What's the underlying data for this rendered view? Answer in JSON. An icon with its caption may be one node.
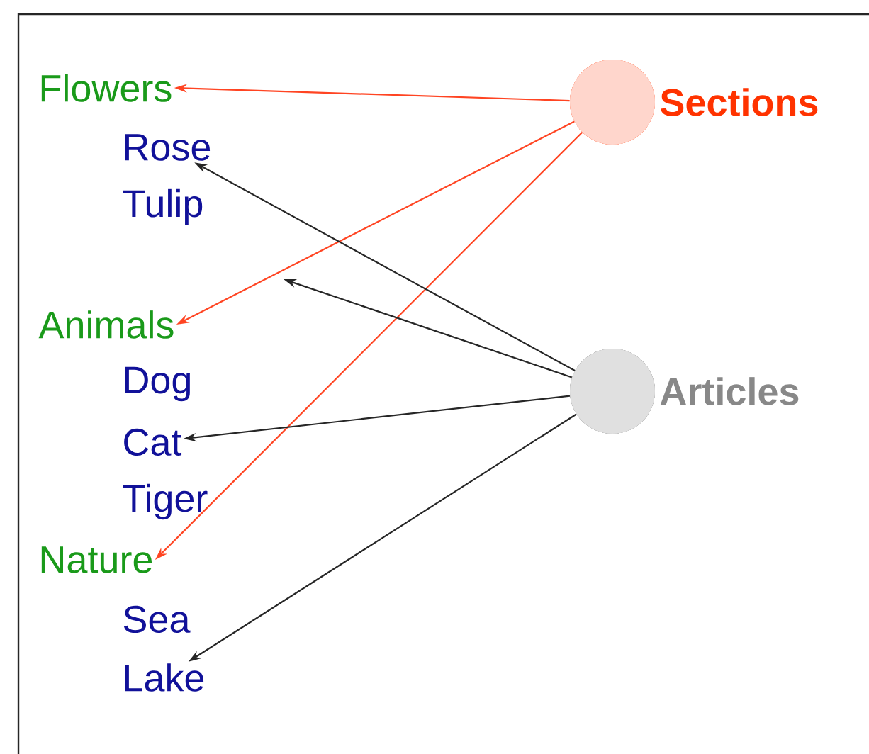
{
  "diagram": {
    "nodes": [
      {
        "text": [
          "Flowers"
        ]
      },
      {
        "text": [
          "Rose"
        ]
      },
      {
        "text": [
          "Tulip"
        ]
      },
      {
        "text": [
          "Animals"
        ]
      },
      {
        "text": [
          "Dog"
        ]
      },
      {
        "text": [
          "Cat"
        ]
      },
      {
        "text": [
          "Tiger"
        ]
      },
      {
        "text": [
          "Nature"
        ]
      },
      {
        "text": [
          "Sea"
        ]
      },
      {
        "text": [
          "Lake"
        ]
      },
      {
        "text": [
          "Sections"
        ]
      },
      {
        "text": [
          "Articles"
        ]
      }
    ],
    "edges": [
      {
        "from": 10,
        "to": 0,
        "arrow": "to",
        "color": "#ff4422"
      },
      {
        "from": 10,
        "to": 3,
        "arrow": "to",
        "color": "#ff4422"
      },
      {
        "from": 10,
        "to": 7,
        "arrow": "to",
        "color": "#ff4422"
      },
      {
        "from": 11,
        "to": 1,
        "arrow": "to"
      },
      {
        "from": 11,
        "to": null,
        "arrow": "to"
      },
      {
        "from": 11,
        "to": 5,
        "arrow": "to"
      },
      {
        "from": 11,
        "to": 9,
        "arrow": "to"
      }
    ]
  }
}
